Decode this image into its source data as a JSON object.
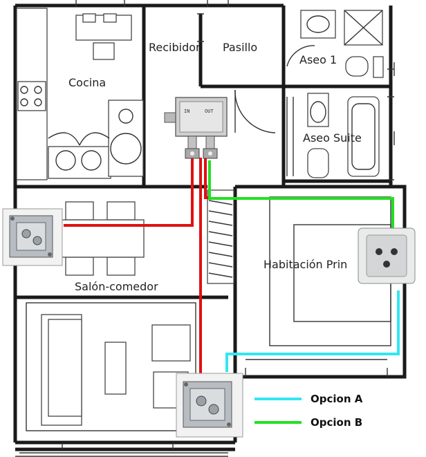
{
  "rooms": {
    "cocina": "Cocina",
    "recibidor": "Recibidor",
    "pasillo": "Pasillo",
    "aseo1": "Aseo 1",
    "aseo_suite": "Aseo Suite",
    "habitacion": "Habitación Prin",
    "salon": "Salón-comedor"
  },
  "legend": {
    "option_a": {
      "label": "Opcion A",
      "color": "#33e6f2"
    },
    "option_b": {
      "label": "Opcion B",
      "color": "#22e022"
    }
  },
  "cable_colors": {
    "red": "#e01010"
  },
  "splitter_labels": {
    "left": "IN",
    "right": "OUT"
  },
  "icons": {
    "splitter": "antenna-splitter-icon",
    "wall_socket": "tv-wall-socket-icon",
    "outlet_box": "tv-outlet-box-icon"
  }
}
